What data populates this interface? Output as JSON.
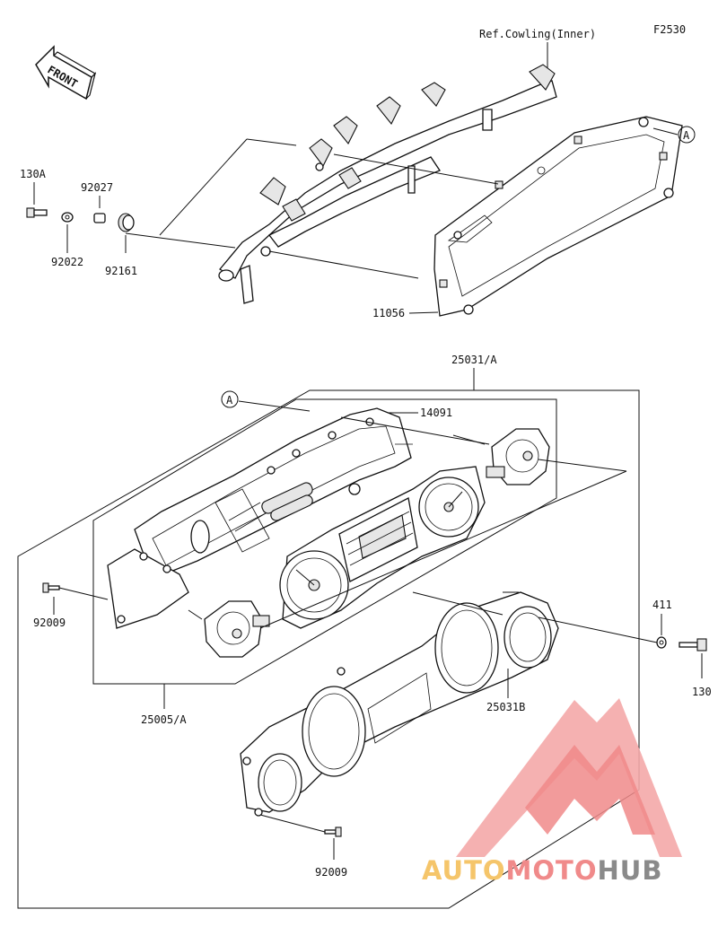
{
  "diagram_code": "F2530",
  "front_label": "FRONT",
  "ref_note": "Ref.Cowling(Inner)",
  "parts": {
    "p130A": "130A",
    "p92027": "92027",
    "p92022": "92022",
    "p92161": "92161",
    "p11056": "11056",
    "p25031A": "25031/A",
    "p14091": "14091",
    "p92009_left": "92009",
    "p25005A": "25005/A",
    "p411": "411",
    "p130": "130",
    "p25031B": "25031B",
    "p92009_bottom": "92009"
  },
  "callout_a": "A",
  "watermark": {
    "part1": "AUTO",
    "part2": "MOTO",
    "part3": "HUB",
    "color_auto": "#f5c56a",
    "color_moto": "#f08a8a",
    "color_hub": "#8a8a8a",
    "logo_color": "#f08a8a"
  }
}
